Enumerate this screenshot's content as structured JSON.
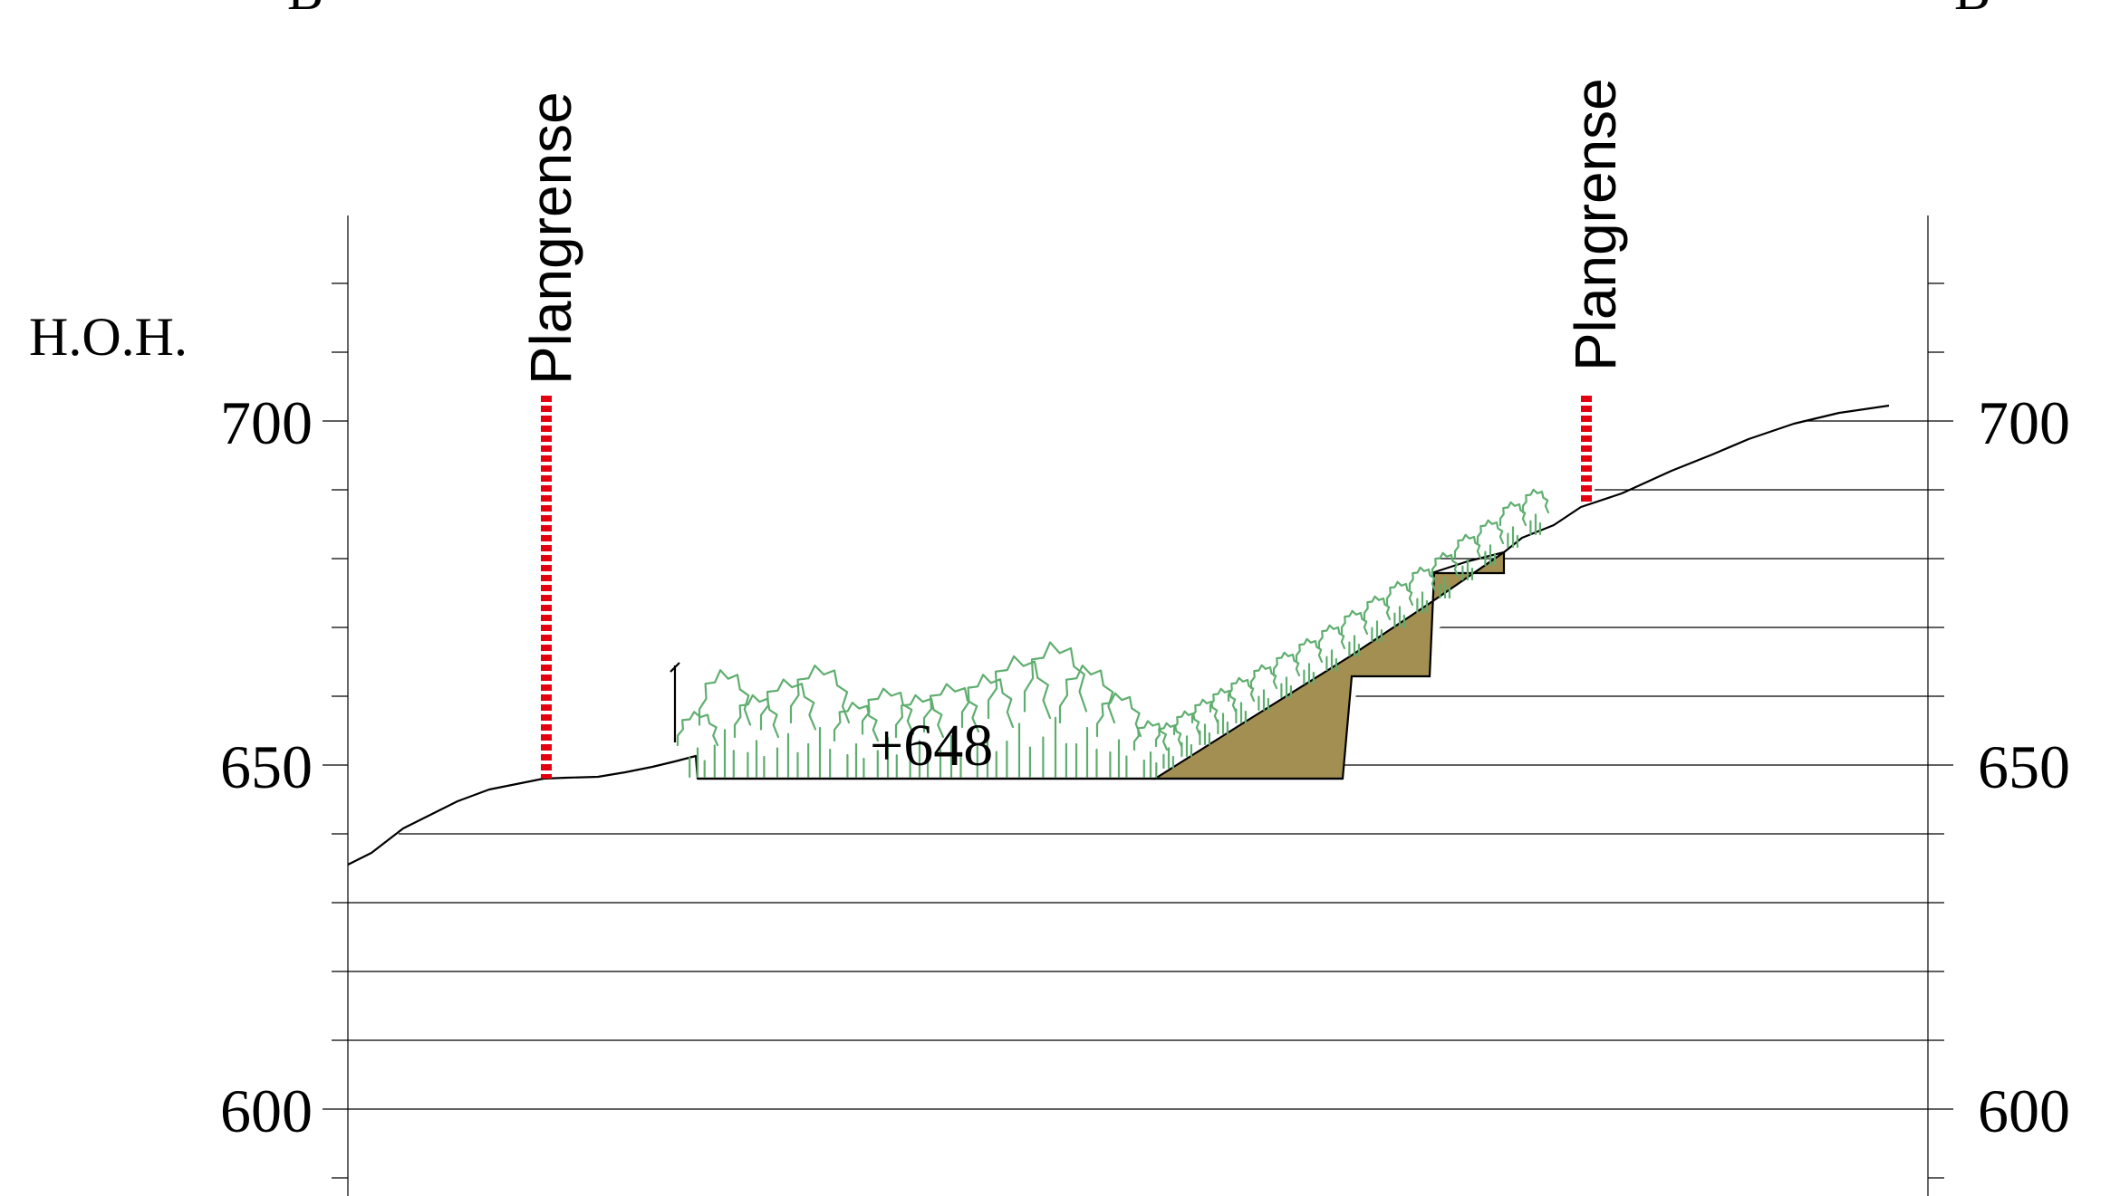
{
  "section": {
    "marker_left": "B",
    "marker_right": "B",
    "datum_label": "H.O.H.",
    "elevation_min": 590,
    "elevation_max": 725,
    "axis_ticks_left": [
      "700",
      "650",
      "600"
    ],
    "axis_ticks_right": [
      "700",
      "650",
      "600"
    ],
    "axis_tick_values": [
      700,
      650,
      600
    ],
    "minor_interval": 10,
    "plan_boundary_label": "Plangrense",
    "plan_boundary_color": "#e3000f",
    "spot_level_label": "+648",
    "vegetation_color": "#5fae6f",
    "fill_color": "#a38f52"
  }
}
